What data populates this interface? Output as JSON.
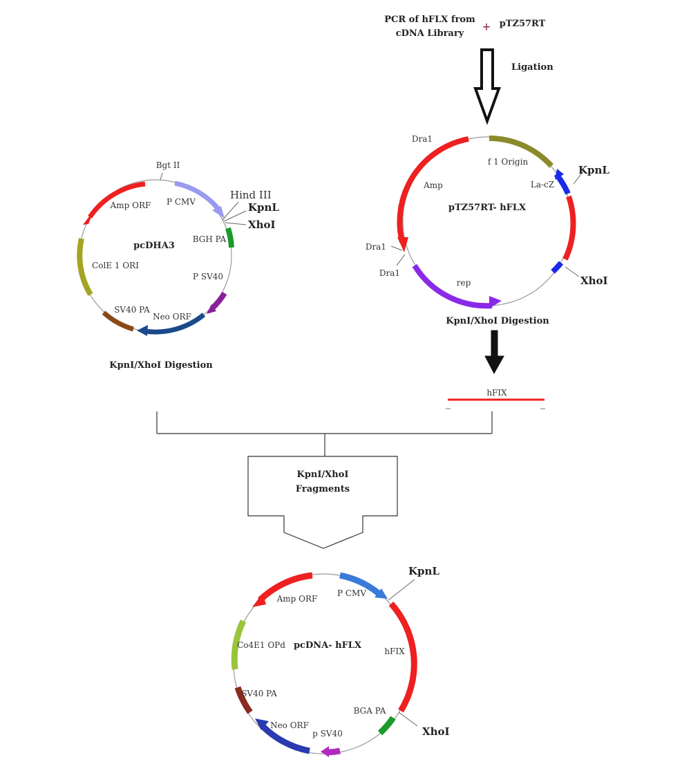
{
  "top": {
    "pcr_text_line1": "PCR of hFLX from",
    "pcr_text_line2": "cDNA Library",
    "plus_sign": "+",
    "vector_name": "pTZ57RT",
    "ligation": "Ligation"
  },
  "pcdha3": {
    "name": "pcDHA3",
    "labels": {
      "bgt": "Bgt II",
      "amp": "Amp ORF",
      "pcmv": "P CMV",
      "hind": "Hind III",
      "kpn": "KpnL",
      "xho": "XhoI",
      "bgh": "BGH PA",
      "psv40": "P SV40",
      "cole1": "ColE 1 ORI",
      "sv40pa": "SV40 PA",
      "neo": "Neo ORF"
    },
    "digestion": "KpnI/XhoI Digestion"
  },
  "ptz": {
    "name": "pTZ57RT- hFLX",
    "labels": {
      "dra_top": "Dra1",
      "f1": "f 1  Origin",
      "kpn": "KpnL",
      "amp": "Amp",
      "lacz": "La-cZ",
      "dra_left": "Dra1",
      "dra_left2": "Dra1",
      "rep": "rep",
      "xho": "XhoI"
    },
    "digestion": "KpnI/XhoI Digestion"
  },
  "insert": {
    "label": "hFIX"
  },
  "fragments": {
    "line1": "KpnI/XhoI",
    "line2": "Fragments"
  },
  "pcdna": {
    "name": "pcDNA- hFLX",
    "labels": {
      "kpn": "KpnL",
      "amp": "Amp ORF",
      "pcmv": "P CMV",
      "co4e": "Co4E1 OPd",
      "hfix": "hFIX",
      "sv40pa": "SV40 PA",
      "bga": "BGA PA",
      "xho": "XhoI",
      "neo": "Neo ORF",
      "psv40": "p SV40"
    }
  },
  "colors": {
    "red": "#ee2020",
    "lightblue": "#9a9af0",
    "green": "#1a9a2a",
    "olive": "#a4a424",
    "brown": "#8a4a18",
    "navy": "#1a4a8a",
    "purple": "#8a209a",
    "violet": "#8a2ae8",
    "blue": "#1a2ae8",
    "midblue": "#3a7ad8",
    "limegreen": "#9ac43a",
    "darkred": "#8a2a20",
    "royal": "#2a3ab0",
    "magenta": "#b02ac0",
    "olivedrab": "#8a8a2a"
  }
}
